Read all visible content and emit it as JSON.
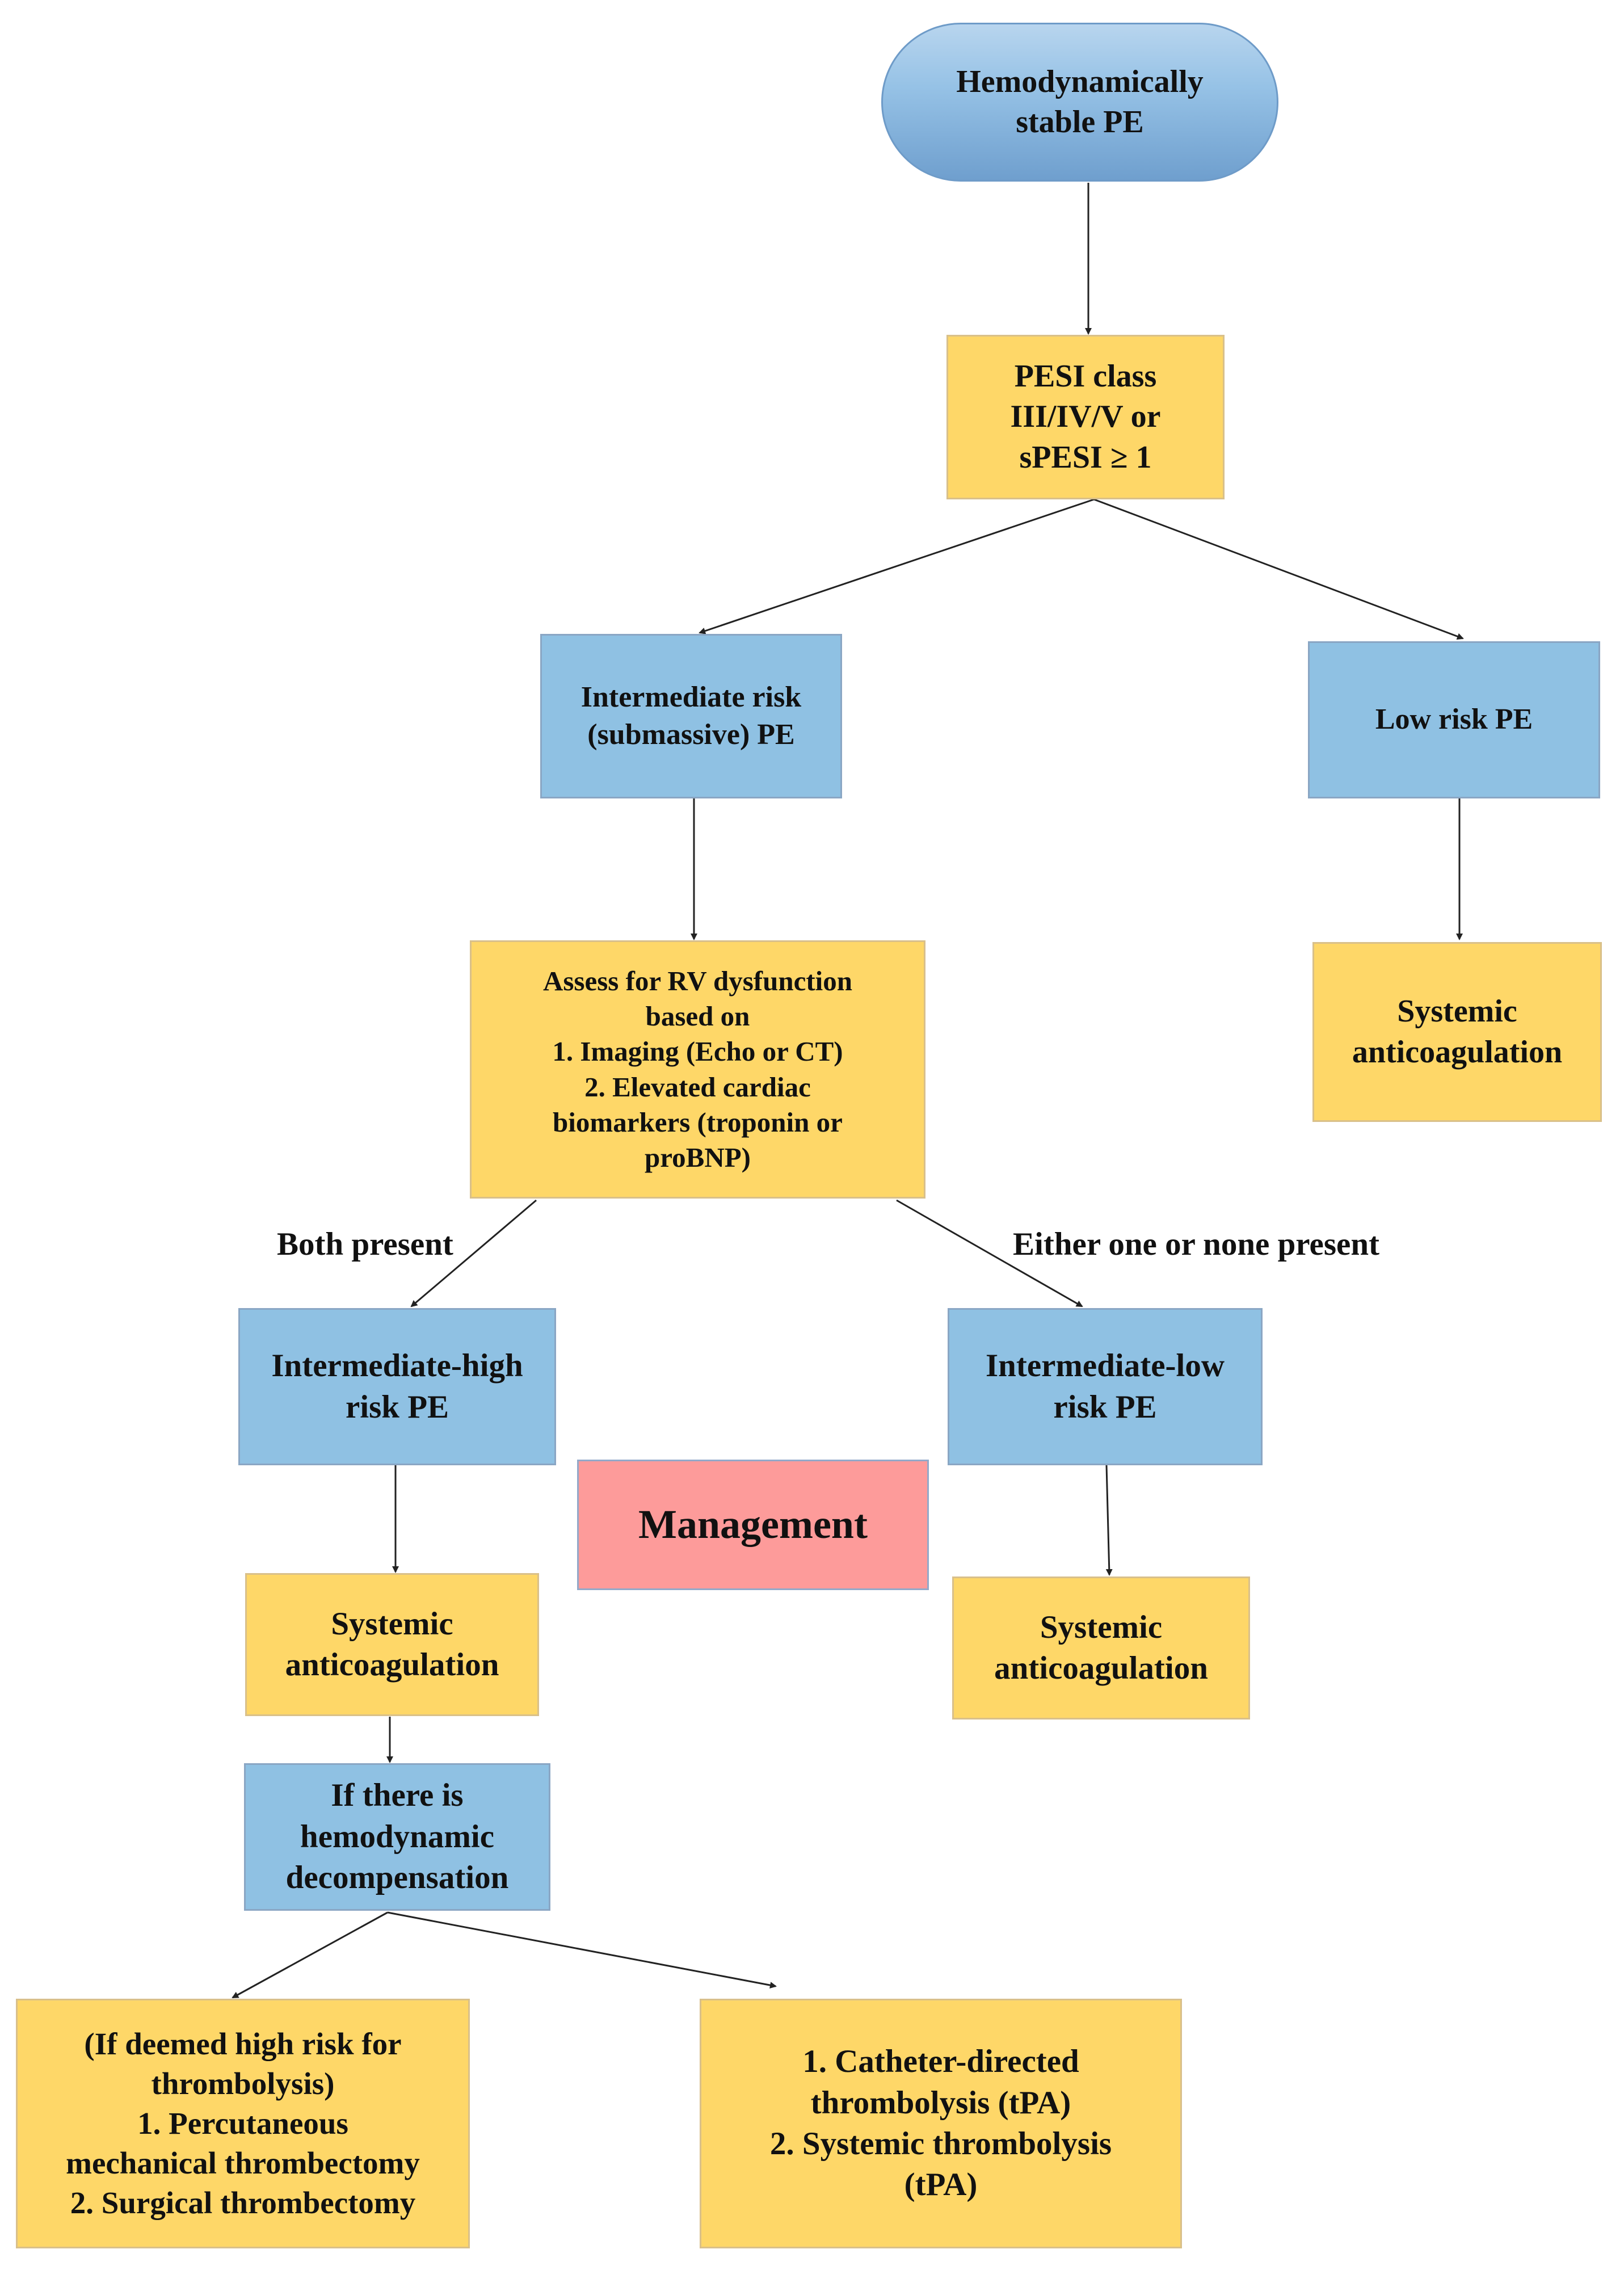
{
  "nodes": {
    "start": "Hemodynamically\nstable PE",
    "pesi": "PESI class\nIII/IV/V or\nsPESI ≥ 1",
    "intermediate": "Intermediate risk\n(submassive) PE",
    "low": "Low risk PE",
    "low_anticoag": "Systemic\nanticoagulation",
    "assess": "Assess for RV dysfunction\nbased on\n1. Imaging (Echo or CT)\n2. Elevated cardiac\nbiomarkers (troponin or\nproBNP)",
    "int_high": "Intermediate-high\nrisk PE",
    "int_low": "Intermediate-low\nrisk PE",
    "management": "Management",
    "high_anticoag": "Systemic\nanticoagulation",
    "lowint_anticoag": "Systemic\nanticoagulation",
    "decomp": "If there is\nhemodynamic\ndecompensation",
    "high_risk_thrombolysis": "(If deemed high risk for\nthrombolysis)\n1. Percutaneous\nmechanical thrombectomy\n2. Surgical thrombectomy",
    "catheter": "1. Catheter-directed\nthrombolysis (tPA)\n2. Systemic thrombolysis\n(tPA)"
  },
  "edge_labels": {
    "both": "Both present",
    "either": "Either one or none present"
  },
  "colors": {
    "blue_box": "#8fc1e3",
    "yellow_box": "#fed768",
    "pink_box": "#fd9b9a",
    "arrow": "#222222"
  }
}
